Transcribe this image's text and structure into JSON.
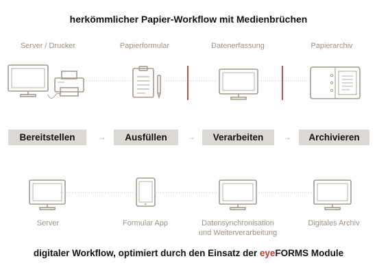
{
  "top_title": "herkömmlicher Papier-Workflow mit Medienbrüchen",
  "top_labels": [
    "Server / Drucker",
    "Papierformular",
    "Datenerfassung",
    "Papierarchiv"
  ],
  "stages": [
    "Bereitstellen",
    "Ausfüllen",
    "Verarbeiten",
    "Archivieren"
  ],
  "arrow_glyph": "→",
  "bottom_labels": [
    "Server",
    "Formular App",
    "Datensynchronisation",
    "und Weiterverarbeitung",
    "Digitales Archiv"
  ],
  "bottom_title": {
    "prefix": "digitaler Workflow, optimiert durch den Einsatz der ",
    "brand_eye": "eye",
    "brand_forms": "FORMS",
    "suffix": " Module"
  },
  "colors": {
    "icon_stroke": "#a49a8e",
    "media_break": "#b0222e",
    "stage_bg": "#dcd8d3",
    "brand": "#c0392b"
  },
  "icons": [
    "monitor-icon",
    "printer-icon",
    "clipboard-icon",
    "pen-icon",
    "binder-icon",
    "tablet-icon"
  ]
}
